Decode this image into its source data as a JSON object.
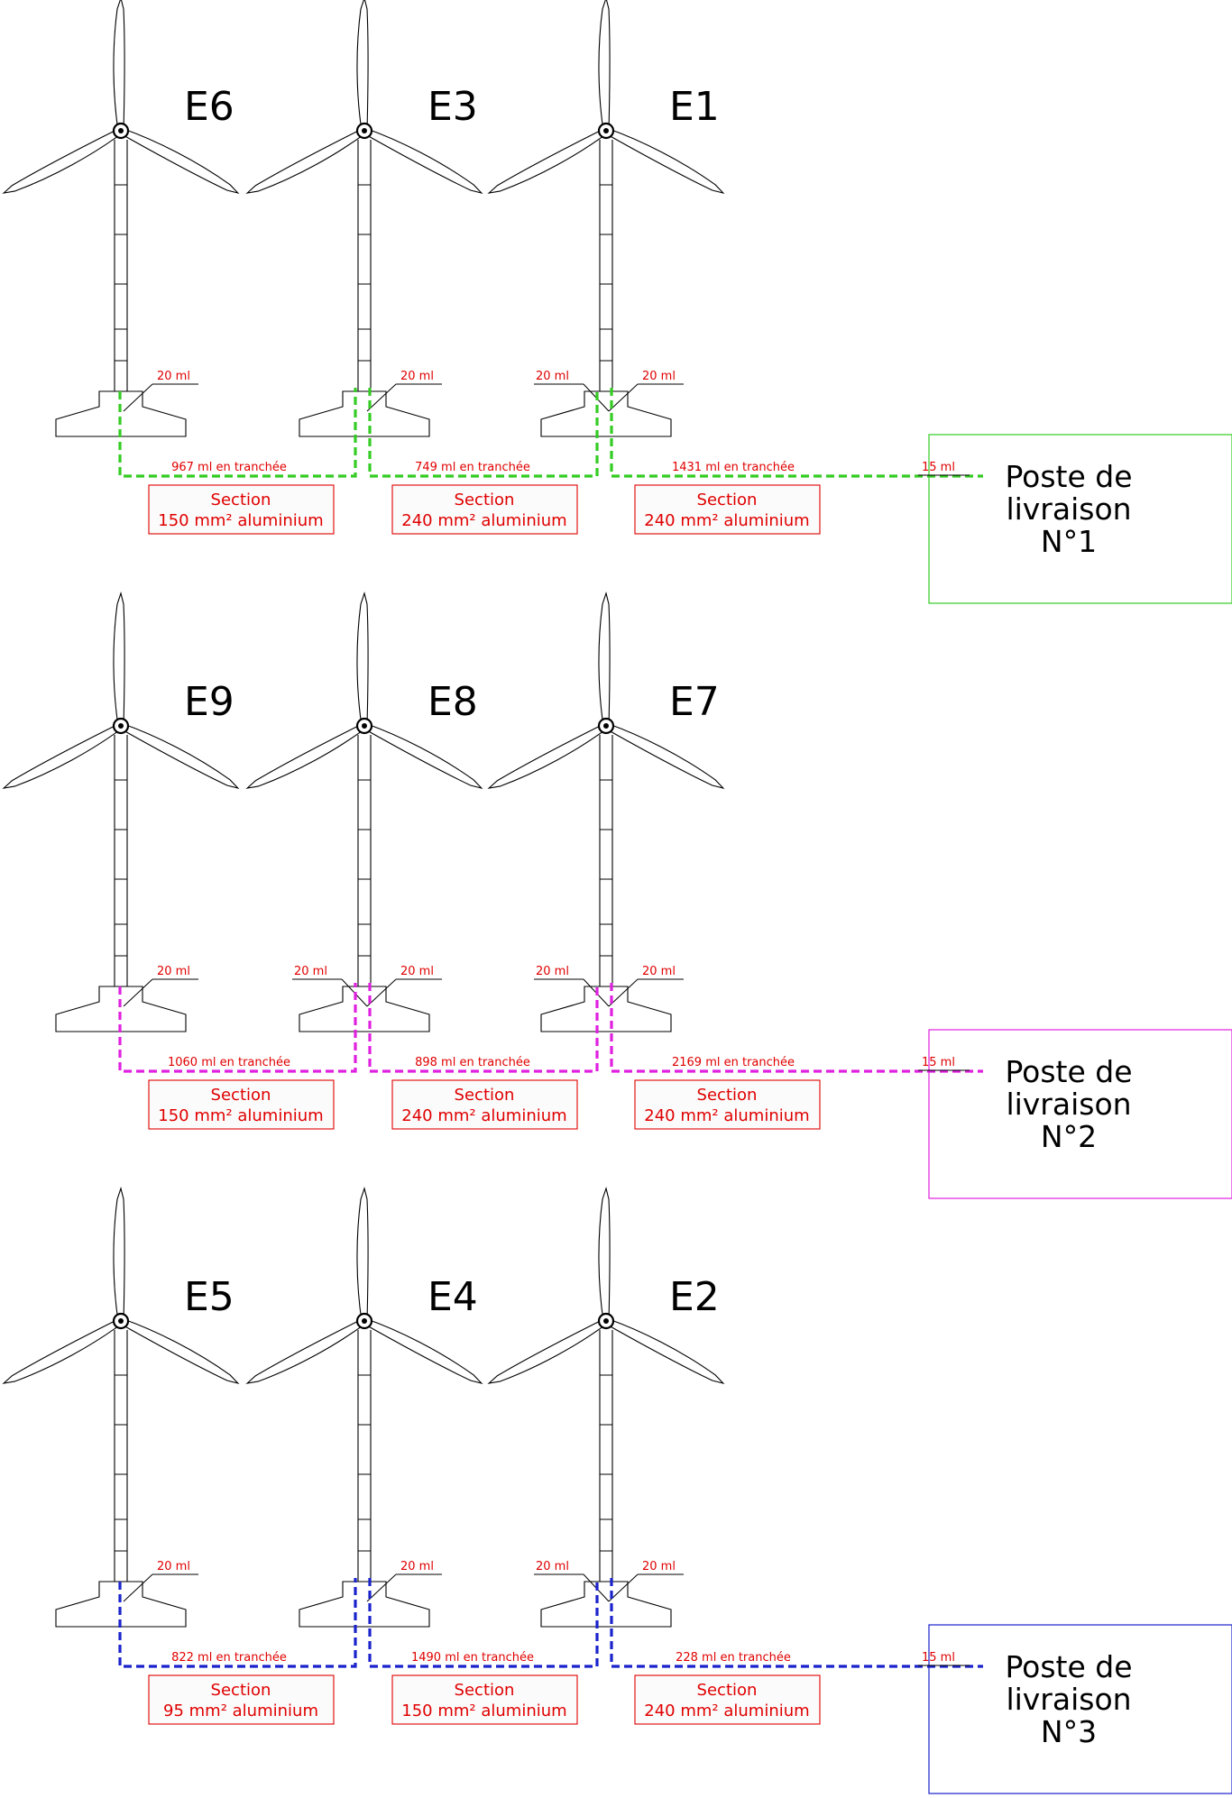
{
  "rows": [
    {
      "color": "#33cc22",
      "turbines": [
        "E6",
        "E3",
        "E1"
      ],
      "left_labels": [
        "",
        "",
        "20 ml"
      ],
      "right_labels": [
        "20 ml",
        "20 ml",
        "20 ml"
      ],
      "trenches": [
        "967 ml en tranchée",
        "749  ml en tranchée",
        "1431 ml en tranchée"
      ],
      "sections": [
        {
          "title": "Section",
          "text": "150 mm² aluminium"
        },
        {
          "title": "Section",
          "text": "240 mm² aluminium"
        },
        {
          "title": "Section",
          "text": "240 mm² aluminium"
        }
      ],
      "poste_label": "15 ml",
      "poste": [
        "Poste de",
        "livraison",
        "N°1"
      ]
    },
    {
      "color": "#e020e0",
      "turbines": [
        "E9",
        "E8",
        "E7"
      ],
      "left_labels": [
        "",
        "20 ml",
        "20 ml"
      ],
      "right_labels": [
        "20 ml",
        "20 ml",
        "20 ml"
      ],
      "trenches": [
        "1060 ml en tranchée",
        "898  ml en tranchée",
        "2169 ml en tranchée"
      ],
      "sections": [
        {
          "title": "Section",
          "text": "150 mm² aluminium"
        },
        {
          "title": "Section",
          "text": "240 mm² aluminium"
        },
        {
          "title": "Section",
          "text": "240 mm² aluminium"
        }
      ],
      "poste_label": "15 ml",
      "poste": [
        "Poste de",
        "livraison",
        "N°2"
      ]
    },
    {
      "color": "#1a22cc",
      "turbines": [
        "E5",
        "E4",
        "E2"
      ],
      "left_labels": [
        "",
        "",
        "20 ml"
      ],
      "right_labels": [
        "20 ml",
        "20 ml",
        "20 ml"
      ],
      "trenches": [
        "822 ml en tranchée",
        "1490 ml en tranchée",
        "228 ml en tranchée"
      ],
      "sections": [
        {
          "title": "Section",
          "text": "95 mm² aluminium"
        },
        {
          "title": "Section",
          "text": "150 mm² aluminium"
        },
        {
          "title": "Section",
          "text": "240 mm² aluminium"
        }
      ],
      "poste_label": "15 ml",
      "poste": [
        "Poste de",
        "livraison",
        "N°3"
      ]
    }
  ]
}
